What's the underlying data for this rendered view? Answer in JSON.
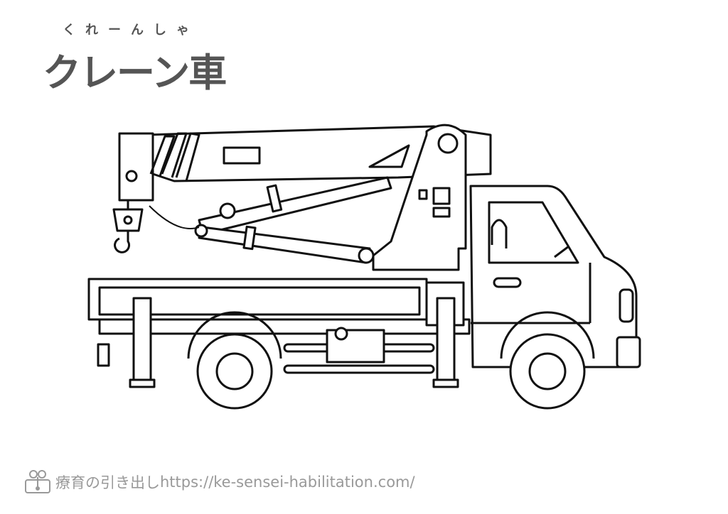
{
  "title": {
    "ruby": "くれーんしゃ",
    "main": "クレーン車"
  },
  "footer": {
    "brand": "療育の引き出し",
    "url": "https://ke-sensei-habilitation.com/"
  },
  "colors": {
    "title": "#555555",
    "footer": "#999999",
    "line": "#111111"
  }
}
